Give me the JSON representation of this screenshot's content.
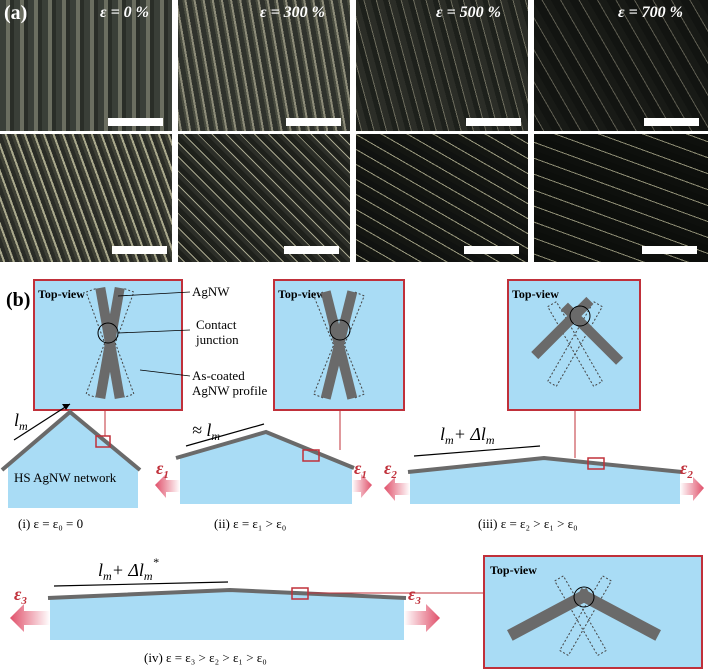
{
  "panel_a": {
    "label": "(a)",
    "strains": [
      "ε = 0 %",
      "ε = 300 %",
      "ε = 500 %",
      "ε = 700 %"
    ],
    "colors": {
      "bg0": "#2a2f2a",
      "bg1": "#1a1e1a",
      "wire": "#c9c8a8"
    }
  },
  "panel_b": {
    "label": "(b)",
    "topview_label": "Top-view",
    "annotations": {
      "agnw": "AgNW",
      "contact_1": "Contact",
      "contact_2": "junction",
      "ascoated_1": "As-coated",
      "ascoated_2": "AgNW profile"
    },
    "network_label": "HS AgNW network",
    "lengths": {
      "lm": "l",
      "lm_sub": "m",
      "approx": "≈ l",
      "plus": "+ Δl",
      "star": "*"
    },
    "eps_labels": [
      "ε",
      "ε",
      "ε"
    ],
    "eps_subs": [
      "1",
      "2",
      "3"
    ],
    "captions": [
      "(i) ε = ε₀ = 0",
      "(ii) ε = ε₁ > ε₀",
      "(iii) ε = ε₂ > ε₁ > ε₀",
      "(iv) ε = ε₃ > ε₂ > ε₁ > ε₀"
    ],
    "colors": {
      "fill": "#a9dcf5",
      "frame": "#c0303a",
      "arrow": "#e0506a",
      "wire": "#6a6a6a"
    }
  }
}
